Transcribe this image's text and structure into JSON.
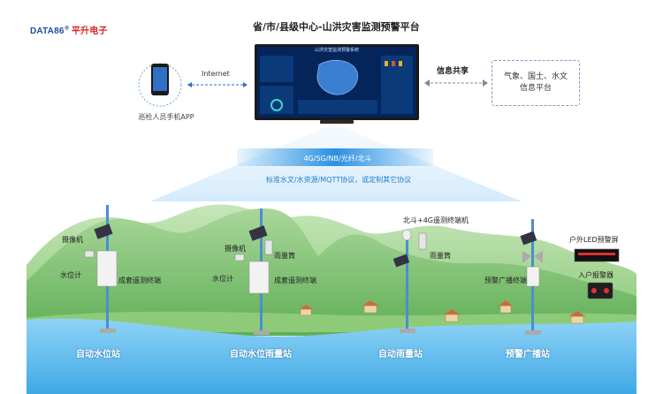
{
  "brand": {
    "en": "DATA86",
    "registered": "®",
    "cn": "平升电子"
  },
  "center": {
    "title": "省/市/县级中心-山洪灾害监测预警平台",
    "screen_title": "山洪灾害监测预警系统"
  },
  "phone": {
    "label": "巡检人员手机APP"
  },
  "links": {
    "internet": "Internet",
    "share": "信息共享"
  },
  "info_platform": {
    "line1": "气象、国土、水文",
    "line2": "信息平台"
  },
  "network": {
    "channels": "4G/5G/NB/光纤/北斗",
    "protocols": "标准水文/水资源/MQTT协议，或定制其它协议"
  },
  "stations": [
    {
      "name": "自动水位站",
      "labels": {
        "camera": "摄像机",
        "water_level": "水位计",
        "terminal": "成套遥测终端"
      }
    },
    {
      "name": "自动水位雨量站",
      "labels": {
        "camera": "摄像机",
        "rain_gauge": "雨量筒",
        "water_level": "水位计",
        "terminal": "成套遥测终端"
      }
    },
    {
      "name": "自动雨量站",
      "labels": {
        "terminal": "北斗+4G遥测终端机",
        "rain_gauge": "雨量筒"
      }
    },
    {
      "name": "预警广播站",
      "labels": {
        "broadcast": "预警广播终端",
        "led": "户外LED预警屏",
        "indoor_alarm": "入户报警器"
      }
    }
  ],
  "colors": {
    "brand_blue": "#1f4fa3",
    "brand_red": "#d8262b",
    "screen_bg": "#04245a",
    "river": "#5ab8ee",
    "hills": "#7cc06a"
  }
}
